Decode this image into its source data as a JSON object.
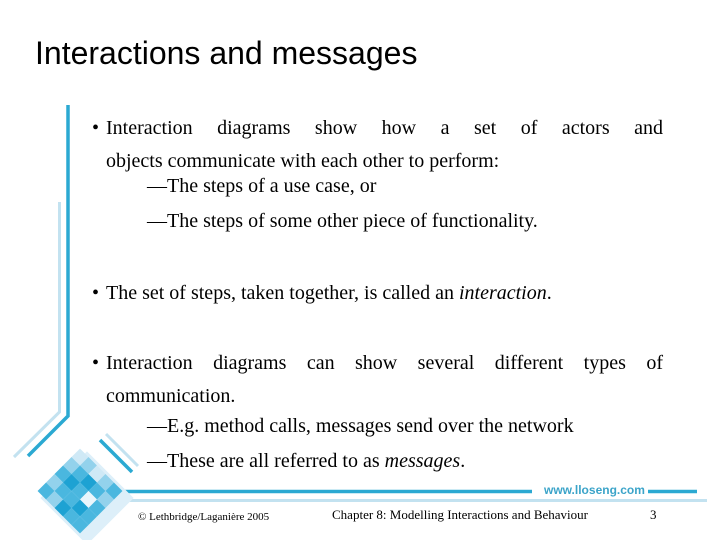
{
  "colors": {
    "accent": "#2BA9D2",
    "accent-light": "#C3E2F0",
    "link": "#3BA4C9",
    "ink": "#000000",
    "bg": "#FFFFFF"
  },
  "slide": {
    "title": "Interactions and messages",
    "bullet1": {
      "marker": "•",
      "line1": "Interaction diagrams show how a set of actors and",
      "line2": "objects communicate with each other to perform:",
      "sub1": "—The steps of a use case, or",
      "sub2": "—The steps of some other piece of functionality."
    },
    "bullet2": {
      "marker": "•",
      "pre": "The set of steps, taken together, is called an ",
      "em": "interaction",
      "post": "."
    },
    "bullet3": {
      "marker": "•",
      "line1": "Interaction diagrams can show several different types of",
      "line2": "communication.",
      "sub1": "—E.g. method calls, messages send over the network",
      "sub2_pre": "—These are all referred to as ",
      "sub2_em": "messages",
      "sub2_post": "."
    }
  },
  "footer": {
    "website": "www.lloseng.com",
    "copyright": "© Lethbridge/Laganière 2005",
    "chapter": "Chapter 8: Modelling Interactions and Behaviour",
    "page": "3"
  }
}
